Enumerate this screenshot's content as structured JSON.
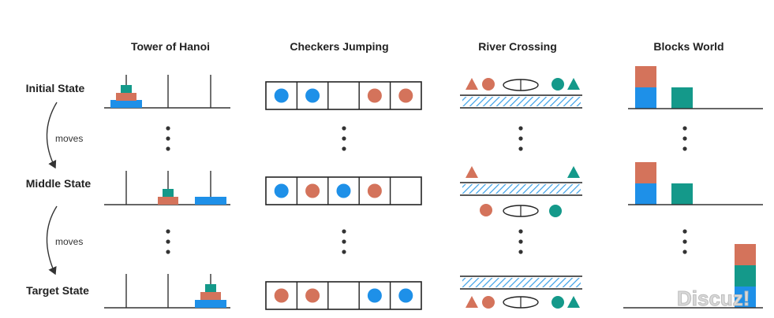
{
  "columns": {
    "hanoi": "Tower of Hanoi",
    "checkers": "Checkers Jumping",
    "river": "River Crossing",
    "blocks": "Blocks World"
  },
  "rows": {
    "initial": "Initial State",
    "middle": "Middle State",
    "target": "Target State"
  },
  "arrows": {
    "top": "moves",
    "bottom": "moves"
  },
  "watermark": "Discuz!",
  "colors": {
    "orange": "#D4735B",
    "blue": "#1E90E8",
    "teal": "#14998A",
    "line": "#333333",
    "hatch": "#3AA0E8"
  }
}
